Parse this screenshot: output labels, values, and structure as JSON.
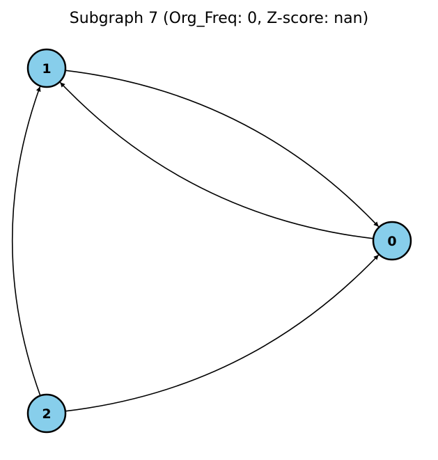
{
  "title": "Subgraph 7 (Org_Freq: 0, Z-score: nan)",
  "colors": {
    "node_fill": "#87ceeb",
    "node_stroke": "#000000",
    "edge": "#000000"
  },
  "nodes": [
    {
      "id": "0",
      "label": "0"
    },
    {
      "id": "1",
      "label": "1"
    },
    {
      "id": "2",
      "label": "2"
    }
  ],
  "edges": [
    {
      "source": "1",
      "target": "0"
    },
    {
      "source": "0",
      "target": "1"
    },
    {
      "source": "2",
      "target": "1"
    },
    {
      "source": "2",
      "target": "0"
    }
  ]
}
